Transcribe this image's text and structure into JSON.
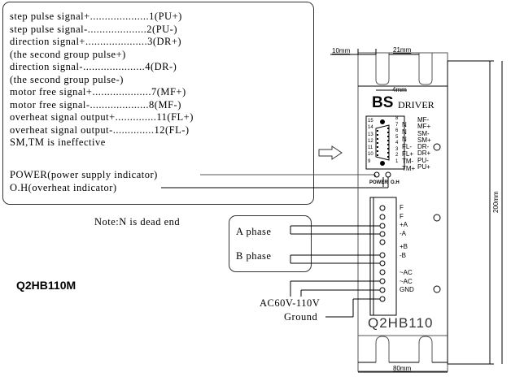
{
  "signal_box": {
    "lines": [
      "step pulse signal+....................1(PU+)",
      "step pulse signal-....................2(PU-)",
      "direction signal+.....................3(DR+)",
      "(the second group pulse+)",
      "direction signal-.....................4(DR-)",
      "(the second group pulse-)",
      "motor free signal+....................7(MF+)",
      "motor free signal-....................8(MF-)",
      "overheat signal output+..............11(FL+)",
      "overheat signal output-..............12(FL-)",
      "SM,TM is ineffective"
    ],
    "power_indicator": "POWER(power supply indicator)",
    "overheat_indicator": "O.H(overheat indicator)"
  },
  "note": "Note:N is dead end",
  "model_label": "Q2HB110M",
  "motor": {
    "a_phase": "A phase",
    "b_phase": "B phase"
  },
  "power_input": {
    "ac_label": "AC60V-110V",
    "ground_label": "Ground"
  },
  "driver": {
    "brand": "BS",
    "title": "DRIVER",
    "model": "Q2HB110",
    "led_power": "POWER",
    "led_oh": "O.H",
    "connector_left_numbers": [
      "15",
      "14",
      "13",
      "12",
      "11",
      "10",
      "9"
    ],
    "connector_right_numbers": [
      "8",
      "7",
      "6",
      "5",
      "4",
      "3",
      "2",
      "1"
    ],
    "pin_labels_left": [
      "N",
      "N",
      "N",
      "FL-",
      "FL+",
      "TM-",
      "TM+"
    ],
    "pin_labels_right": [
      "MF-",
      "MF+",
      "SM-",
      "SM+",
      "DR-",
      "DR+",
      "PU-",
      "PU+"
    ],
    "terminal_labels": [
      "F",
      "F",
      "+A",
      "-A",
      "",
      "+B",
      "-B",
      "",
      "~AC",
      "~AC",
      "GND"
    ]
  },
  "dimensions": {
    "left_margin": "10mm",
    "slot_spacing": "21mm",
    "slot_width": "4mm",
    "height": "200mm",
    "width": "80mm"
  }
}
